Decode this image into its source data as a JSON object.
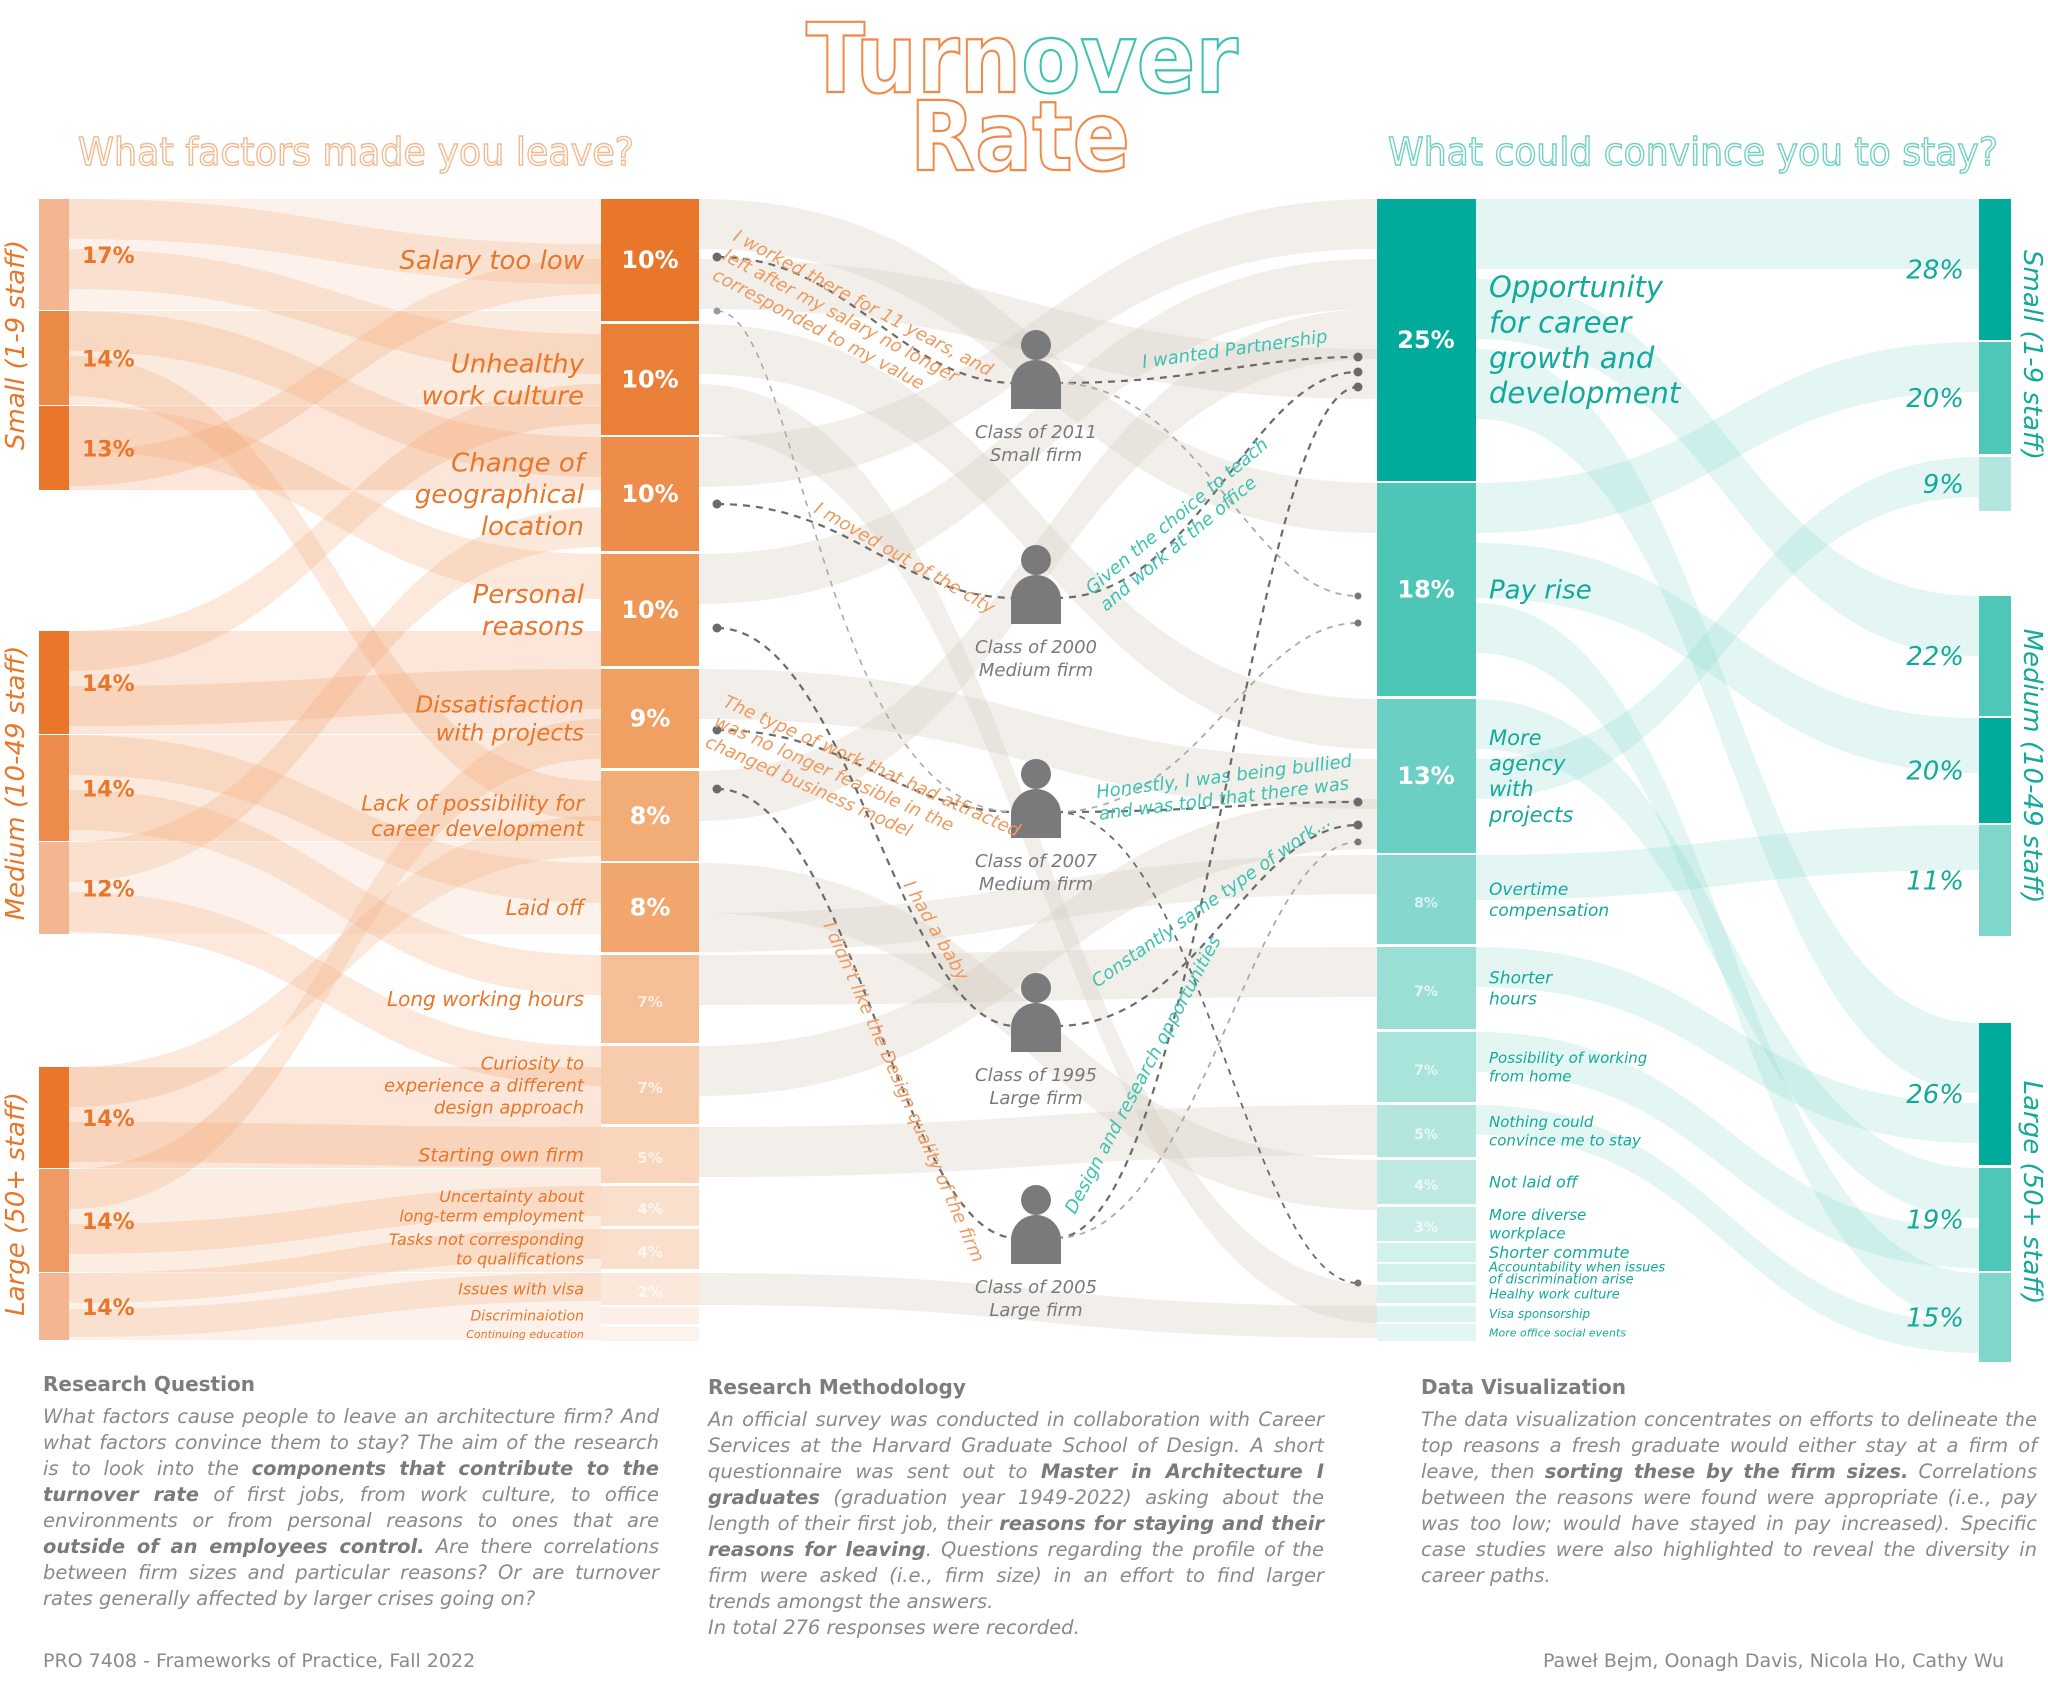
{
  "title": {
    "part1": "Turn",
    "part2": "over",
    "line2": "Rate"
  },
  "left_heading": "What factors made you leave?",
  "right_heading": "What could convince you to stay?",
  "colors": {
    "orange": "#e8762b",
    "teal": "#00ab9b",
    "person": "#7a7a7c",
    "text_gray": "#8a8a8a"
  },
  "chart_data": {
    "type": "sankey",
    "left_firm_sizes": [
      {
        "group": "Small (1-9 staff)",
        "values": [
          "17%",
          "14%",
          "13%"
        ]
      },
      {
        "group": "Medium (10-49 staff)",
        "values": [
          "14%",
          "14%",
          "12%"
        ]
      },
      {
        "group": "Large (50+ staff)",
        "values": [
          "14%",
          "14%",
          "14%"
        ]
      }
    ],
    "leave_reasons": [
      {
        "label": "Salary too low",
        "value": "10%"
      },
      {
        "label": "Unhealthy work culture",
        "value": "10%"
      },
      {
        "label": "Change of geographical location",
        "value": "10%"
      },
      {
        "label": "Personal reasons",
        "value": "10%"
      },
      {
        "label": "Dissatisfaction with projects",
        "value": "9%"
      },
      {
        "label": "Lack of possibility for career development",
        "value": "8%"
      },
      {
        "label": "Laid off",
        "value": "8%"
      },
      {
        "label": "Long working hours",
        "value": "7%"
      },
      {
        "label": "Curiosity to experience a different design approach",
        "value": "7%"
      },
      {
        "label": "Starting own firm",
        "value": "5%"
      },
      {
        "label": "Uncertainty about long-term employment",
        "value": "4%"
      },
      {
        "label": "Tasks not corresponding to qualifications",
        "value": "4%"
      },
      {
        "label": "Issues with visa",
        "value": "2%"
      },
      {
        "label": "Discriminaiotion",
        "value": ""
      },
      {
        "label": "Continuing education",
        "value": ""
      }
    ],
    "stay_reasons": [
      {
        "label": "Opportunity for career growth and development",
        "value": "25%"
      },
      {
        "label": "Pay rise",
        "value": "18%"
      },
      {
        "label": "More agency with projects",
        "value": "13%"
      },
      {
        "label": "Overtime compensation",
        "value": "8%"
      },
      {
        "label": "Shorter hours",
        "value": "7%"
      },
      {
        "label": "Possibility of working from home",
        "value": "7%"
      },
      {
        "label": "Nothing could convince me to stay",
        "value": "5%"
      },
      {
        "label": "Not laid off",
        "value": "4%"
      },
      {
        "label": "More diverse workplace",
        "value": "3%"
      },
      {
        "label": "Shorter commute",
        "value": ""
      },
      {
        "label": "Accountability when issues of discrimination arise",
        "value": ""
      },
      {
        "label": "Healhy work culture",
        "value": ""
      },
      {
        "label": "Visa sponsorship",
        "value": ""
      },
      {
        "label": "More office social events",
        "value": ""
      }
    ],
    "right_firm_sizes": [
      {
        "group": "Small (1-9 staff)",
        "values": [
          "28%",
          "20%",
          "9%"
        ]
      },
      {
        "group": "Medium (10-49 staff)",
        "values": [
          "22%",
          "20%",
          "11%"
        ]
      },
      {
        "group": "Large (50+ staff)",
        "values": [
          "26%",
          "19%",
          "15%"
        ]
      }
    ],
    "case_studies": [
      {
        "class": "Class of 2011",
        "firm": "Small firm",
        "leave_quote": "I worked there for 11 years, and|left after my salary no longer|corresponded to my value",
        "stay_quote": "I wanted Partnership"
      },
      {
        "class": "Class of 2000",
        "firm": "Medium firm",
        "leave_quote": "I moved out of the city",
        "stay_quote": "Given the choice to teach|and work at the office"
      },
      {
        "class": "Class of 2007",
        "firm": "Medium firm",
        "leave_quote": "The type of work that had attracted|was no longer feasible in the|changed business model",
        "stay_quote": "Honestly, I was being bullied|and was told that there was"
      },
      {
        "class": "Class of 1995",
        "firm": "Large firm",
        "leave_quote": "I had a baby",
        "stay_quote": "Constantly same type of work..."
      },
      {
        "class": "Class of 2005",
        "firm": "Large firm",
        "leave_quote": "I didn't like the Design quality of the firm",
        "stay_quote": "Design and research opportunities"
      }
    ]
  },
  "research_question": {
    "heading": "Research Question",
    "segments": [
      {
        "text": "What factors cause people to leave an architecture firm? And what factors convince them to stay? The aim of the research is to look into the "
      },
      {
        "text": "components that contribute to the turnover rate",
        "bold": true
      },
      {
        "text": " of first jobs, from work culture, to office environments or from personal reasons to ones that are "
      },
      {
        "text": "outside of an employees control.",
        "bold": true
      },
      {
        "text": " Are there correlations between firm sizes and particular reasons? Or are turnover rates generally affected by larger crises going on?"
      }
    ]
  },
  "research_methodology": {
    "heading": "Research Methodology",
    "segments": [
      {
        "text": "An official survey was conducted in collaboration with Career Services at the Harvard Graduate School of Design. A short questionnaire was sent out to "
      },
      {
        "text": "Master in Architecture I graduates",
        "bold": true
      },
      {
        "text": " (graduation year 1949-2022) asking about the length of their first job, their "
      },
      {
        "text": "reasons for staying and their reasons for leaving",
        "bold": true
      },
      {
        "text": ". Questions regarding the profile of the firm were asked (i.e., firm size) in an effort to find larger trends amongst the answers."
      },
      {
        "text": "In total 276 responses were recorded."
      }
    ]
  },
  "data_visualization": {
    "heading": "Data Visualization",
    "segments": [
      {
        "text": "The data visualization concentrates on efforts to delineate the top reasons a fresh graduate would either stay at a firm of leave, then "
      },
      {
        "text": "sorting these by the firm sizes.",
        "bold": true
      },
      {
        "text": " Correlations between the reasons were found were appropriate (i.e., pay was too low; would have stayed in pay increased). Specific case studies were also highlighted to reveal the diversity in career paths."
      }
    ]
  },
  "footer": {
    "course": "PRO 7408 - Frameworks of Practice, Fall 2022",
    "authors": "Paweł Bejm, Oonagh Davis, Nicola Ho, Cathy Wu"
  }
}
